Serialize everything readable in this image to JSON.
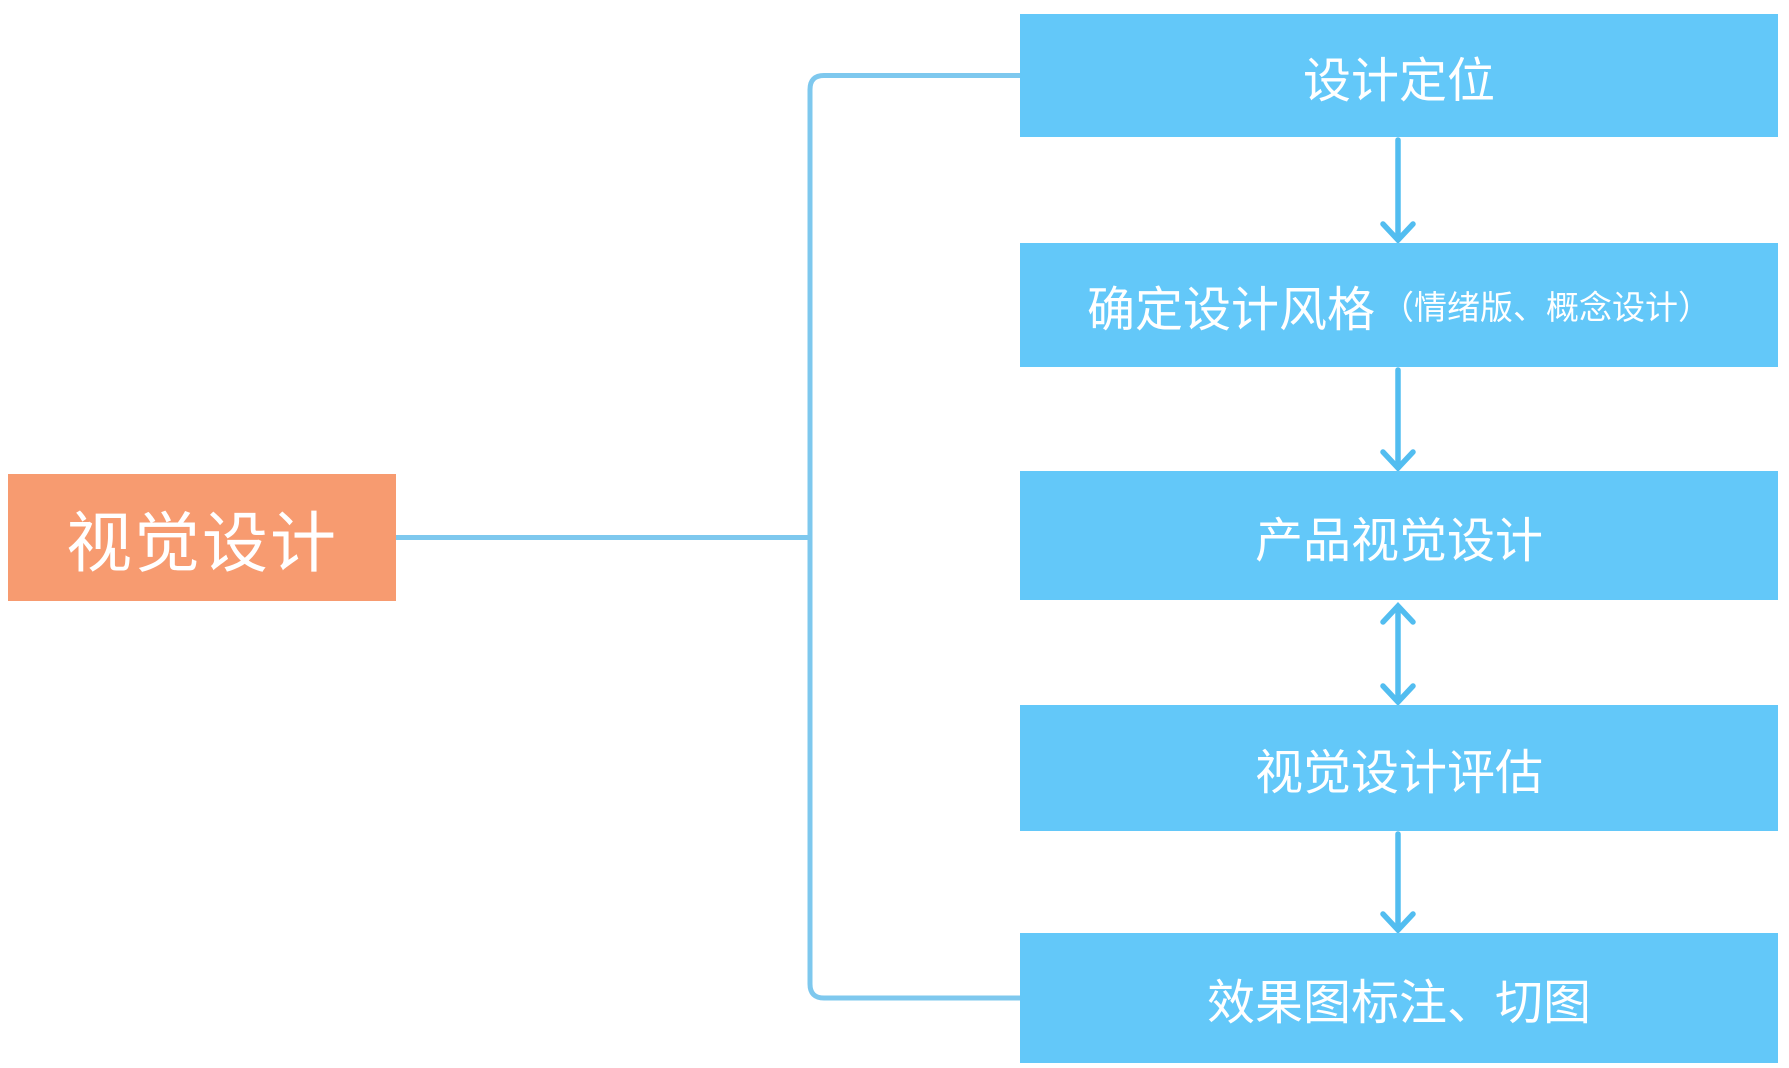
{
  "diagram": {
    "root": {
      "label": "视觉设计"
    },
    "steps": [
      {
        "label": "设计定位",
        "note": ""
      },
      {
        "label": "确定设计风格",
        "note": "（情绪版、概念设计）"
      },
      {
        "label": "产品视觉设计",
        "note": ""
      },
      {
        "label": "视觉设计评估",
        "note": ""
      },
      {
        "label": "效果图标注、切图",
        "note": ""
      }
    ],
    "colors": {
      "root_fill": "#F79B70",
      "step_fill": "#63C8F9",
      "connector": "#7EC8EE",
      "arrow": "#52BDF0",
      "text": "#FFFFFF"
    }
  }
}
